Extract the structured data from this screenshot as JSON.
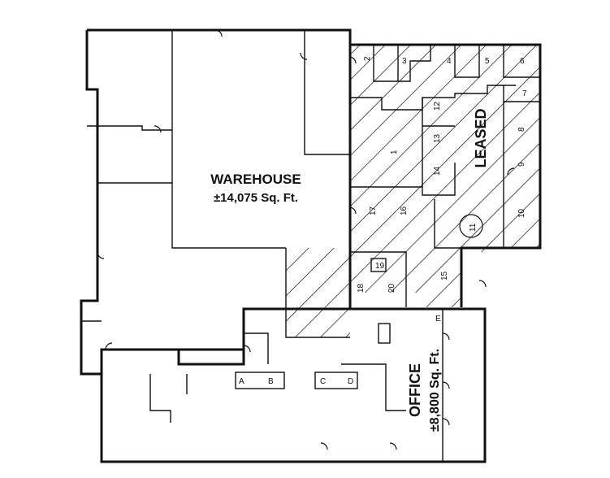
{
  "warehouse": {
    "title": "WAREHOUSE",
    "area": "±14,075 Sq. Ft."
  },
  "office": {
    "title": "OFFICE",
    "area": "±8,800 Sq. Ft."
  },
  "leased_label": "LEASED",
  "room_numbers": [
    "1",
    "2",
    "3",
    "4",
    "5",
    "6",
    "7",
    "8",
    "9",
    "10",
    "11",
    "12",
    "13",
    "14",
    "15",
    "16",
    "17",
    "18",
    "19",
    "20"
  ],
  "dock_labels": [
    "A",
    "B",
    "C",
    "D",
    "E"
  ],
  "colors": {
    "line": "#111111",
    "background": "#ffffff"
  }
}
